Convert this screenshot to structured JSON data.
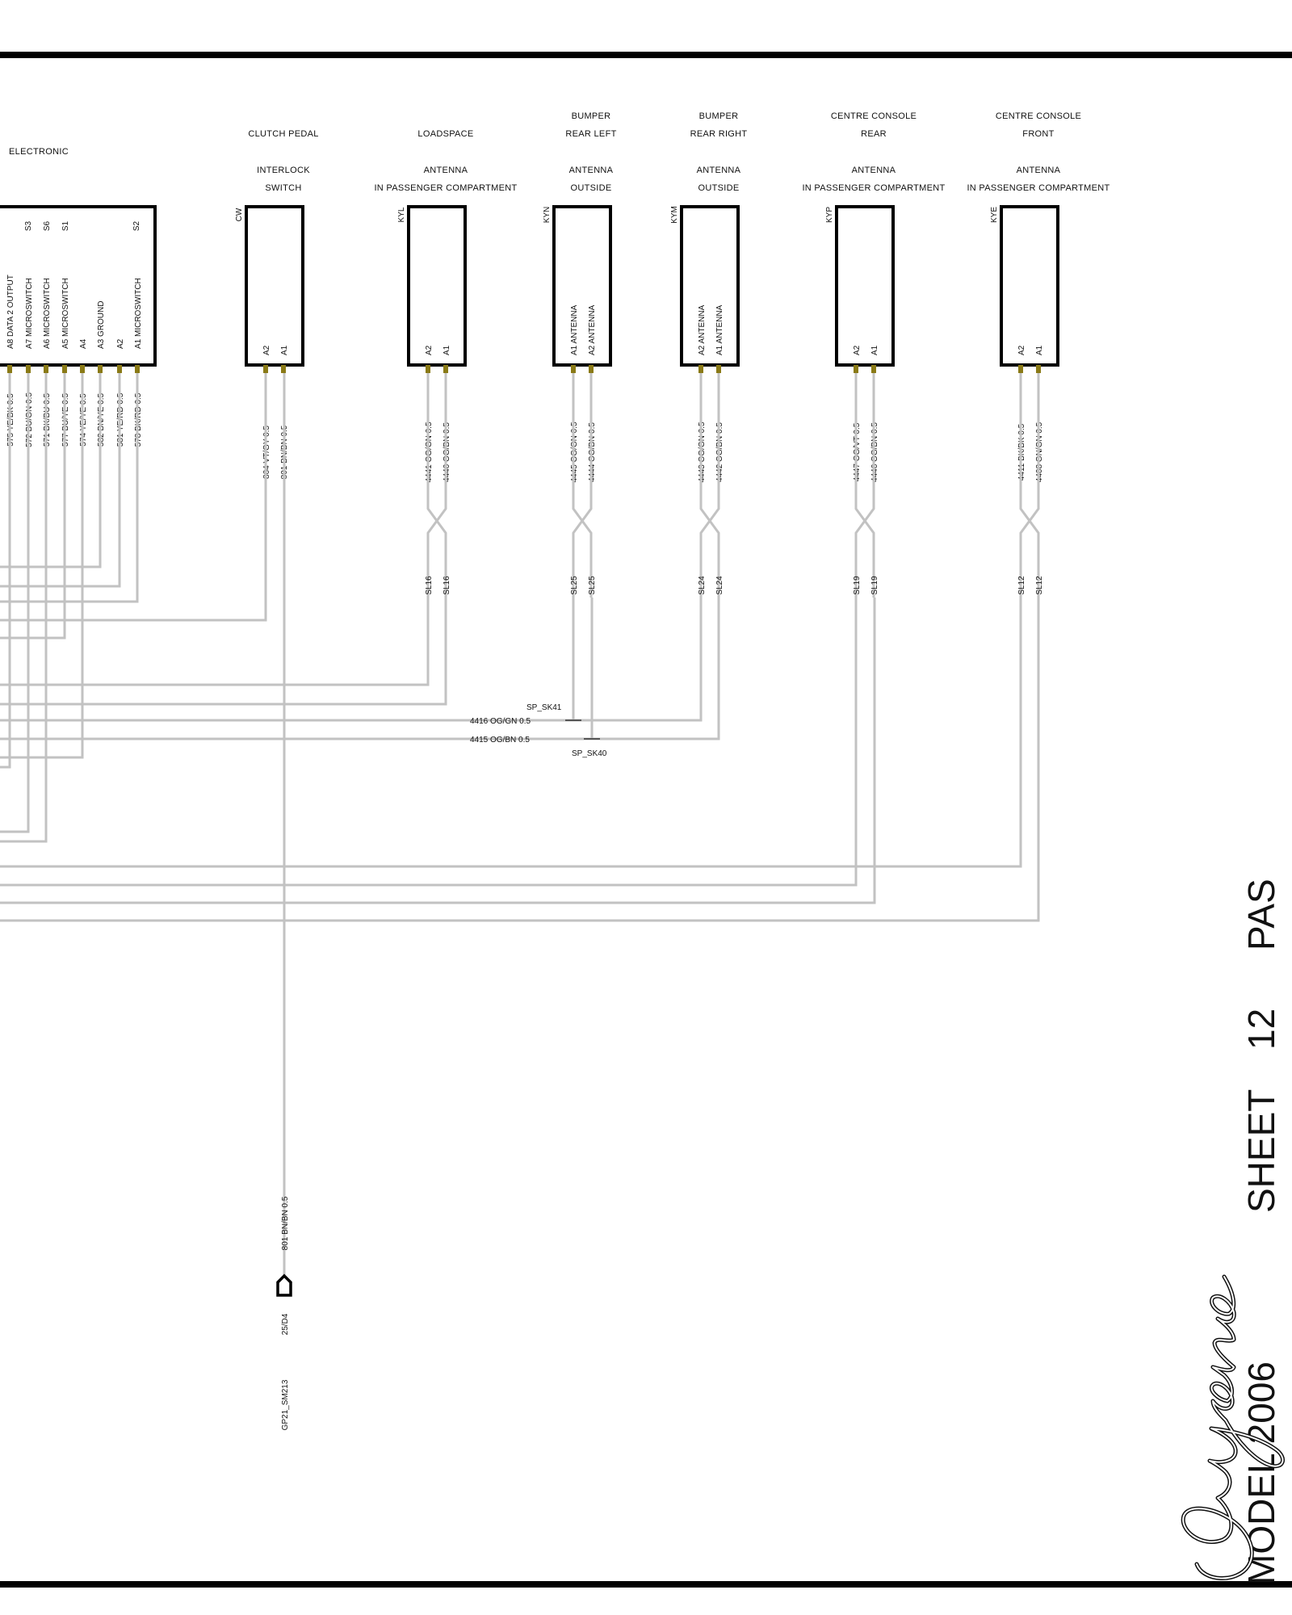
{
  "diagram": {
    "module_left": {
      "header": "ELECTRONIC",
      "top_codes": [
        "S3",
        "S6",
        "S1",
        "S2"
      ],
      "pins": [
        {
          "pin": "A8",
          "function": "DATA  2  OUTPUT",
          "wire": "575 YE/BK 0.5"
        },
        {
          "pin": "A7",
          "function": "MICROSWITCH",
          "wire": "572 BU/GN 0.5"
        },
        {
          "pin": "A6",
          "function": "MICROSWITCH",
          "wire": "571 BK/BU 0.5"
        },
        {
          "pin": "A5",
          "function": "MICROSWITCH",
          "wire": "577 BU/YE 0.5"
        },
        {
          "pin": "A4",
          "function": "",
          "wire": "574 YE/YE 0.5"
        },
        {
          "pin": "A3",
          "function": "GROUND",
          "wire": "582 BN/YE 0.5"
        },
        {
          "pin": "A2",
          "function": "",
          "wire": "581 YE/RD 0.5"
        },
        {
          "pin": "A1",
          "function": "MICROSWITCH",
          "wire": "578 BK/RD 0.5"
        }
      ]
    },
    "components": [
      {
        "header1": "",
        "header2": "CLUTCH PEDAL",
        "desc1": "INTERLOCK",
        "desc2": "SWITCH",
        "code": "CW",
        "pins": [
          {
            "pin": "A2",
            "fn": "",
            "wire": "804 VT/GY 0.5"
          },
          {
            "pin": "A1",
            "fn": "",
            "wire": "801 BN/BN 0.5"
          }
        ],
        "splice": ""
      },
      {
        "header1": "",
        "header2": "LOADSPACE",
        "desc1": "ANTENNA",
        "desc2": "IN PASSENGER COMPARTMENT",
        "code": "KYL",
        "pins": [
          {
            "pin": "A2",
            "fn": "",
            "wire": "4441 OG/GN 0.5"
          },
          {
            "pin": "A1",
            "fn": "",
            "wire": "4440 OG/BN 0.5"
          }
        ],
        "splice": "SL16"
      },
      {
        "header1": "BUMPER",
        "header2": "REAR LEFT",
        "desc1": "ANTENNA",
        "desc2": "OUTSIDE",
        "code": "KYN",
        "pins": [
          {
            "pin": "A1",
            "fn": "ANTENNA",
            "wire": "4445 OG/GN 0.5"
          },
          {
            "pin": "A2",
            "fn": "ANTENNA",
            "wire": "4444 OG/BN 0.5"
          }
        ],
        "splice": "SL25"
      },
      {
        "header1": "BUMPER",
        "header2": "REAR RIGHT",
        "desc1": "ANTENNA",
        "desc2": "OUTSIDE",
        "code": "KYM",
        "pins": [
          {
            "pin": "A2",
            "fn": "ANTENNA",
            "wire": "4443 OG/GN 0.5"
          },
          {
            "pin": "A1",
            "fn": "ANTENNA",
            "wire": "4442 OG/BN 0.5"
          }
        ],
        "splice": "SL24"
      },
      {
        "header1": "CENTRE CONSOLE",
        "header2": "REAR",
        "desc1": "ANTENNA",
        "desc2": "IN PASSENGER COMPARTMENT",
        "code": "KYP",
        "pins": [
          {
            "pin": "A2",
            "fn": "",
            "wire": "4447 OG/VT 0.5"
          },
          {
            "pin": "A1",
            "fn": "",
            "wire": "4446 OG/BN 0.5"
          }
        ],
        "splice": "SL19"
      },
      {
        "header1": "CENTRE CONSOLE",
        "header2": "FRONT",
        "desc1": "ANTENNA",
        "desc2": "IN PASSENGER COMPARTMENT",
        "code": "KYE",
        "pins": [
          {
            "pin": "A2",
            "fn": "",
            "wire": "4411 BK/BK 0.5"
          },
          {
            "pin": "A1",
            "fn": "",
            "wire": "4408 GN/GN 0.5"
          }
        ],
        "splice": "SL12"
      }
    ],
    "splice_points": {
      "sk41": "SP_SK41",
      "sk40": "SP_SK40",
      "wire_4416": "4416 OG/GN 0.5",
      "wire_4415": "4415 OG/BN 0.5"
    },
    "ground": {
      "wire": "801 BN/BN 0.5",
      "ref": "25/D4",
      "point": "GP21_SM213"
    }
  },
  "title_block": {
    "model": "MODEL 2006",
    "sheet": "SHEET",
    "number": "12",
    "system": "PAS",
    "logo_text": "Cayenne"
  },
  "colors": {
    "wire": "#c2c2c2",
    "border": "#000000",
    "terminal": "#8a7a16"
  }
}
